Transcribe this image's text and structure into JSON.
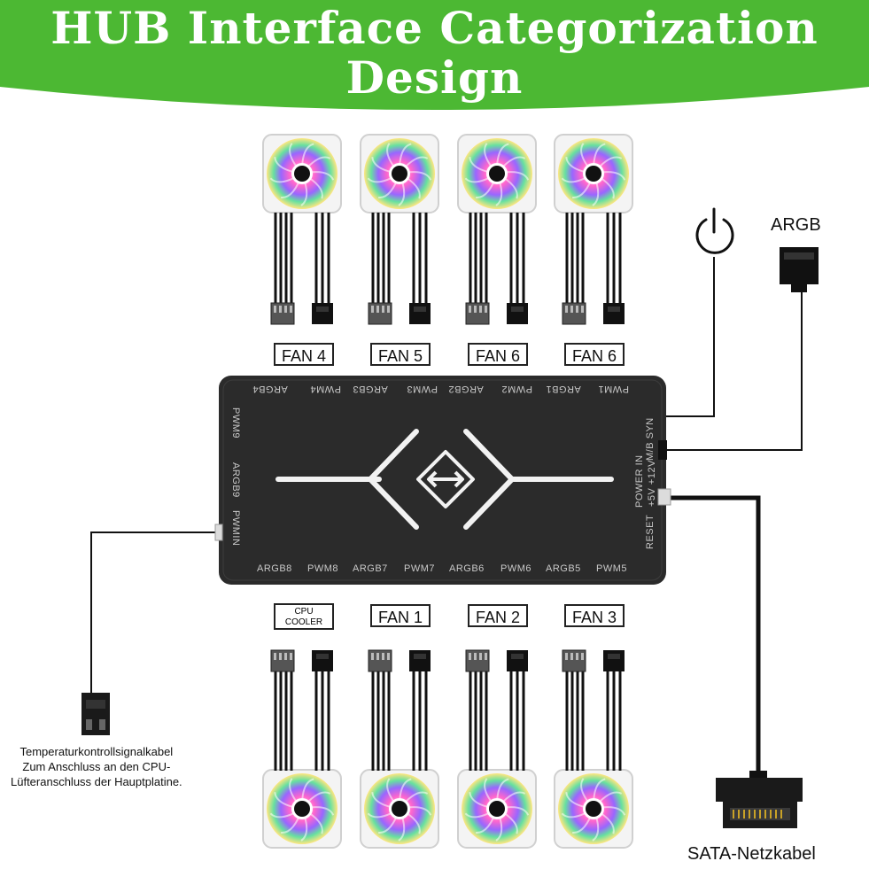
{
  "title": {
    "line1": "HUB Interface Categorization",
    "line2": "Design"
  },
  "colors": {
    "banner": "#4cb833",
    "hub": "#2b2b2b",
    "hub_label": "#c9c9c9",
    "cable": "#111111"
  },
  "top_fans": [
    "FAN 4",
    "FAN 5",
    "FAN 6",
    "FAN 6"
  ],
  "bottom_fans": [
    "FAN 1",
    "FAN 2",
    "FAN 3"
  ],
  "cpu_cooler": "CPU\nCOOLER",
  "hub": {
    "top_ports": [
      "ARGB4",
      "PWM4",
      "ARGB3",
      "PWM3",
      "ARGB2",
      "PWM2",
      "ARGB1",
      "PWM1"
    ],
    "bottom_ports": [
      "ARGB8",
      "PWM8",
      "ARGB7",
      "PWM7",
      "ARGB6",
      "PWM6",
      "ARGB5",
      "PWM5"
    ],
    "left_ports": [
      "PWM9",
      "ARGB9",
      "PWMIN"
    ],
    "right_ports": [
      "M/B SYN",
      "POWER IN",
      "+5V +12V",
      "RESET"
    ],
    "logo_icon": "bidirectional-arrow-icon"
  },
  "argb_label": "ARGB",
  "power_icon": "power-icon",
  "sata_label": "SATA-Netzkabel",
  "temp_label": [
    "Temperaturkontrollsignalkabel",
    "Zum Anschluss an den CPU-",
    "Lüfteranschluss der Hauptplatine."
  ]
}
